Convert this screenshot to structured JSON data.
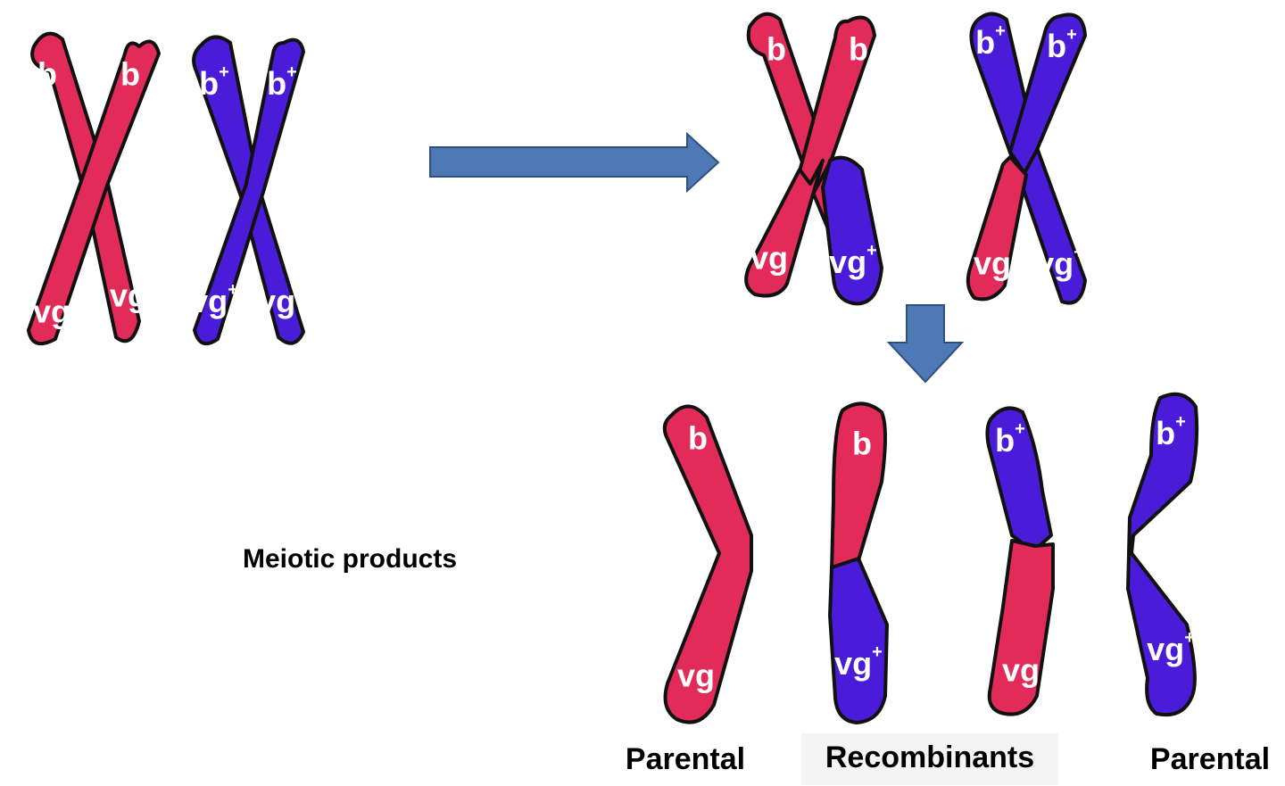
{
  "colors": {
    "red": "#e32b5a",
    "blue": "#4a1bd9",
    "arrow": "#4f78b6"
  },
  "diagram": {
    "caption_meiotic": "Meiotic products",
    "label_parental_left": "Parental",
    "label_recombinants": "Recombinants",
    "label_parental_right": "Parental",
    "chromosomes": {
      "red_x": {
        "top_left": "b",
        "top_right": "b",
        "bottom_left": "vg",
        "bottom_right": "vg"
      },
      "blue_x": {
        "top_left": "b",
        "top_left_sup": "+",
        "top_right": "b",
        "top_right_sup": "+",
        "bottom_left": "vg",
        "bottom_left_sup": "+",
        "bottom_right": "vg",
        "bottom_right_sup": "+"
      },
      "cross_red_x": {
        "top_left": "b",
        "top_right": "b",
        "bottom_left": "vg",
        "bottom_right": "vg",
        "bottom_right_sup": "+"
      },
      "cross_blue_x": {
        "top_left": "b",
        "top_left_sup": "+",
        "top_right": "b",
        "top_right_sup": "+",
        "bottom_left": "vg",
        "bottom_right": "vg",
        "bottom_right_sup": "+"
      },
      "product_1": {
        "top": "b",
        "bottom": "vg"
      },
      "product_2": {
        "top": "b",
        "bottom": "vg",
        "bottom_sup": "+"
      },
      "product_3": {
        "top": "b",
        "top_sup": "+",
        "bottom": "vg"
      },
      "product_4": {
        "top": "b",
        "top_sup": "+",
        "bottom": "vg",
        "bottom_sup": "+"
      }
    }
  }
}
